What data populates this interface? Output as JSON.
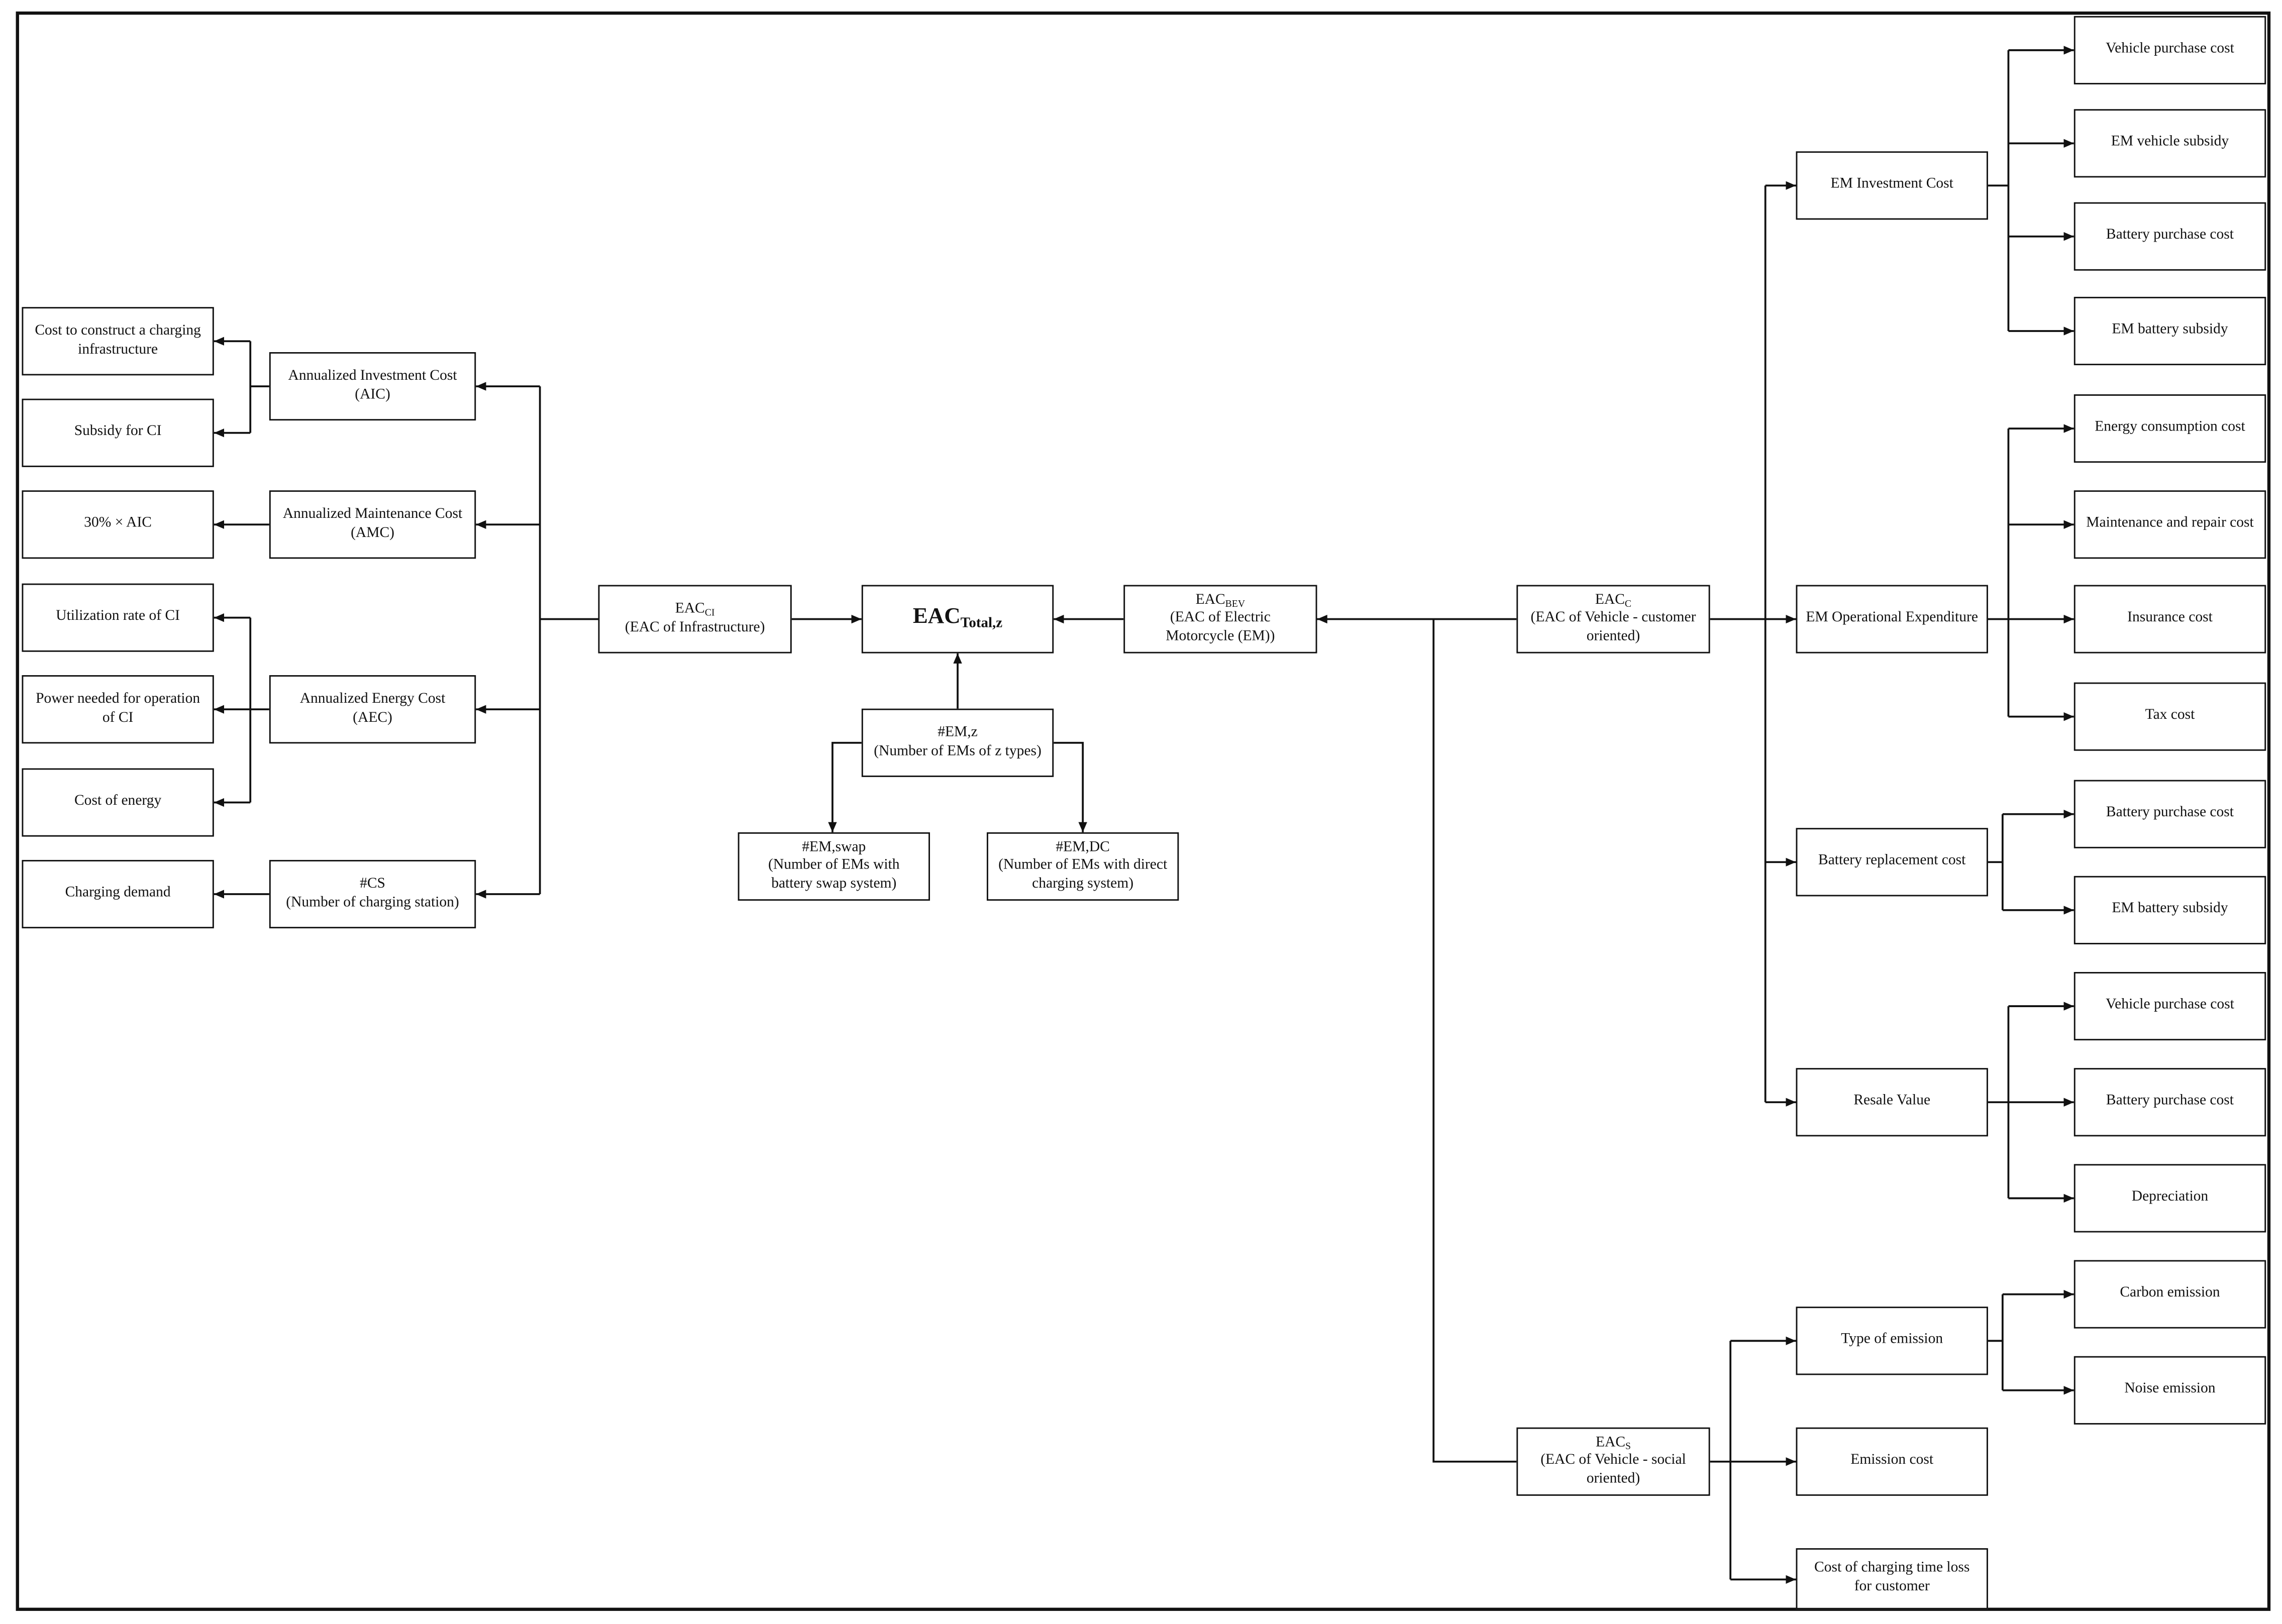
{
  "diagram": {
    "total": {
      "main": "EAC",
      "sub": "Total,z"
    },
    "eac_ci": {
      "main": "EAC",
      "sub": "CI",
      "lines": [
        "(EAC of Infrastructure)"
      ]
    },
    "eac_bev": {
      "main": "EAC",
      "sub": "BEV",
      "lines": [
        "(EAC of Electric",
        "Motorcycle (EM))"
      ]
    },
    "eac_c": {
      "main": "EAC",
      "sub": "C",
      "lines": [
        "(EAC of Vehicle - customer",
        "oriented)"
      ]
    },
    "eac_s": {
      "main": "EAC",
      "sub": "S",
      "lines": [
        "(EAC of Vehicle - social",
        "oriented)"
      ]
    },
    "em_count": [
      "#EM,z",
      "(Number of EMs of z types)"
    ],
    "em_swap": [
      "#EM,swap",
      "(Number of EMs with",
      "battery swap system)"
    ],
    "em_dc": [
      "#EM,DC",
      "(Number of EMs with direct",
      "charging system)"
    ],
    "infrastructure_costs": {
      "aic": [
        "Annualized Investment Cost",
        "(AIC)"
      ],
      "amc": [
        "Annualized Maintenance Cost",
        "(AMC)"
      ],
      "aec": [
        "Annualized Energy Cost",
        "(AEC)"
      ],
      "cs": [
        "#CS",
        "(Number of charging station)"
      ]
    },
    "infrastructure_inputs": {
      "construct": [
        "Cost to construct a charging",
        "infrastructure"
      ],
      "subsidy": "Subsidy for CI",
      "maintenance": "30% × AIC",
      "utilization": "Utilization rate of CI",
      "power": [
        "Power needed for operation",
        "of CI"
      ],
      "energy": "Cost of energy",
      "demand": "Charging demand"
    },
    "customer_costs": {
      "investment": "EM Investment Cost",
      "operational": "EM Operational Expenditure",
      "battery_replacement": "Battery replacement cost",
      "resale": "Resale Value"
    },
    "investment_items": [
      "Vehicle purchase cost",
      "EM vehicle subsidy",
      "Battery purchase cost",
      "EM battery subsidy"
    ],
    "operational_items": [
      "Energy consumption cost",
      "Maintenance and repair cost",
      "Insurance cost",
      "Tax cost"
    ],
    "battery_replacement_items": [
      "Battery purchase cost",
      "EM battery subsidy"
    ],
    "resale_items": [
      "Vehicle purchase cost",
      "Battery purchase cost",
      "Depreciation"
    ],
    "social_costs": {
      "emission_type": "Type of emission",
      "emission_cost": "Emission cost",
      "charging_time_loss": [
        "Cost of charging time loss",
        "for customer"
      ]
    },
    "emission_items": [
      "Carbon emission",
      "Noise emission"
    ]
  }
}
